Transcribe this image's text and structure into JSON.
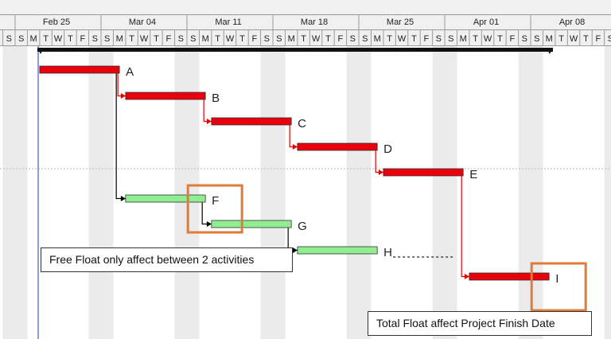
{
  "timescale": {
    "weeks": [
      "Feb 25",
      "Mar 04",
      "Mar 11",
      "Mar 18",
      "Mar 25",
      "Apr 01",
      "Apr 08"
    ],
    "day_letters": [
      "S",
      "M",
      "T",
      "W",
      "T",
      "F",
      "S"
    ]
  },
  "tasks": [
    {
      "id": "A",
      "label": "A",
      "status": "critical"
    },
    {
      "id": "B",
      "label": "B",
      "status": "critical"
    },
    {
      "id": "C",
      "label": "C",
      "status": "critical"
    },
    {
      "id": "D",
      "label": "D",
      "status": "critical"
    },
    {
      "id": "E",
      "label": "E",
      "status": "critical"
    },
    {
      "id": "F",
      "label": "F",
      "status": "non-critical"
    },
    {
      "id": "G",
      "label": "G",
      "status": "non-critical"
    },
    {
      "id": "H",
      "label": "H",
      "status": "non-critical"
    },
    {
      "id": "I",
      "label": "I",
      "status": "critical"
    }
  ],
  "callouts": {
    "free_float": "Free Float only affect between 2 activities",
    "total_float": "Total Float affect Project Finish Date"
  },
  "highlighted_tasks": [
    "F",
    "I"
  ],
  "colors": {
    "critical": "#e8000b",
    "non_critical": "#90ee90",
    "critical_link": "#e00000",
    "normal_link": "#000000",
    "highlight_box": "#e07b39",
    "weekend_shade": "#ebebeb",
    "header_bg": "#f0f0f0",
    "status_line": "#2233cc"
  }
}
